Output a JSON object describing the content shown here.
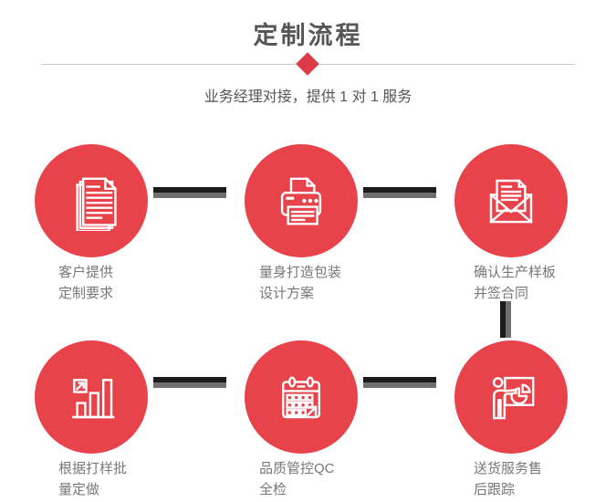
{
  "page": {
    "title": "定制流程",
    "subtitle": "业务经理对接，提供 1 对 1 服务"
  },
  "colors": {
    "accent_red": "#E8434B",
    "diamond_red": "#DC3C46",
    "title_gray": "#565656",
    "subtitle_gray": "#555555",
    "label_gray": "#787878",
    "connector_black": "#1B1B1B",
    "connector_gray": "#6F6F6F",
    "divider_gray": "#CCCCCC"
  },
  "steps": [
    {
      "icon": "documents-icon",
      "line1": "客户提供",
      "line2": "定制要求"
    },
    {
      "icon": "printer-icon",
      "line1": "量身打造包装",
      "line2": "设计方案"
    },
    {
      "icon": "envelope-icon",
      "line1": "确认生产样板",
      "line2": "并签合同"
    },
    {
      "icon": "bar-chart-icon",
      "line1": "根据打样批",
      "line2": "量定做"
    },
    {
      "icon": "calendar-icon",
      "line1": "品质管控QC",
      "line2": "全检"
    },
    {
      "icon": "presentation-icon",
      "line1": "送货服务售",
      "line2": "后跟踪"
    }
  ]
}
